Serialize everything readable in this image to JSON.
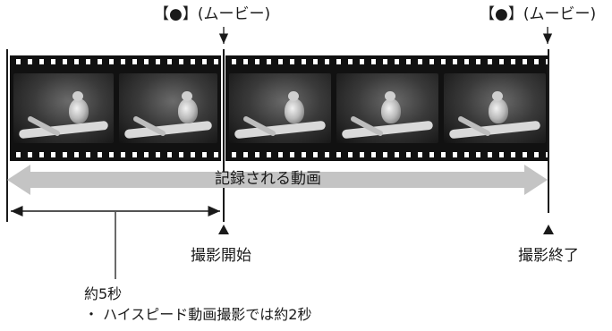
{
  "markers": {
    "movie_start": "【●】(ムービー)",
    "movie_end": "【●】(ムービー)"
  },
  "recorded_video_label": "記録される動画",
  "start_label": "撮影開始",
  "end_label": "撮影終了",
  "duration_label": "約5秒",
  "note": "・ ハイスピード動画撮影では約2秒",
  "colors": {
    "band": "#c4c4c4",
    "film": "#111111",
    "line": "#1a1a1a"
  }
}
